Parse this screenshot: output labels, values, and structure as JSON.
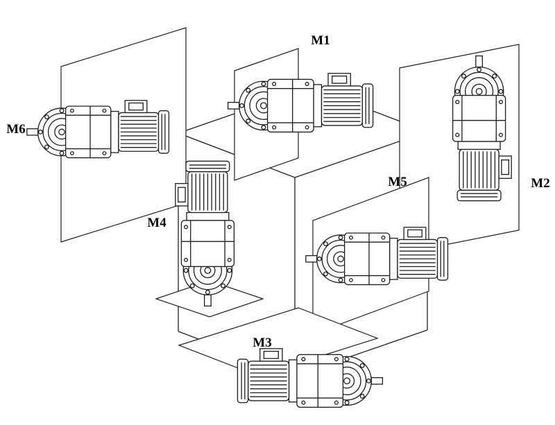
{
  "diagram": {
    "type": "mounting-positions",
    "labels": {
      "m1": "M1",
      "m2": "M2",
      "m3": "M3",
      "m4": "M4",
      "m5": "M5",
      "m6": "M6"
    },
    "colors": {
      "line": "#1f1f1f",
      "background": "#ffffff"
    }
  }
}
